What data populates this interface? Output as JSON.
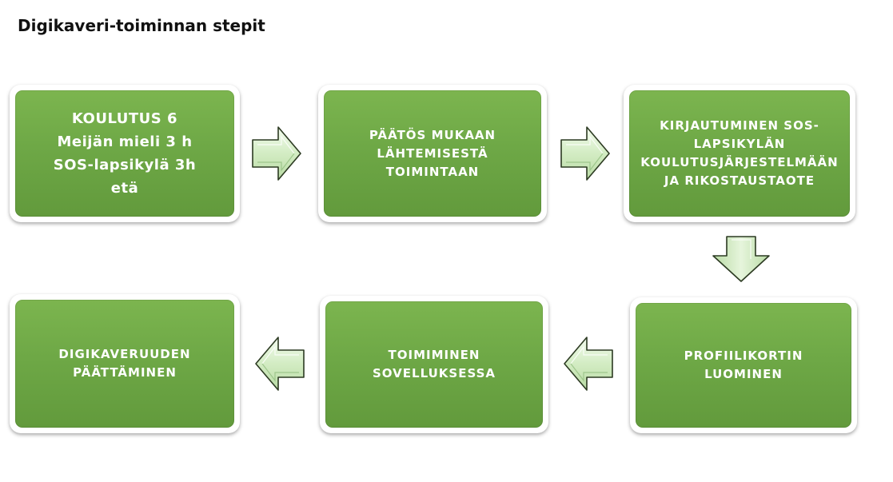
{
  "title": "Digikaveri-toiminnan stepit",
  "steps": [
    {
      "id": "koulutus",
      "lines": "KOULUTUS 6\nMeijän mieli 3 h\nSOS-lapsikylä 3h\netä"
    },
    {
      "id": "paatos",
      "lines": "PÄÄTÖS MUKAAN\nLÄHTEMISESTÄ\nTOIMINTAAN"
    },
    {
      "id": "kirjautuminen",
      "lines": "KIRJAUTUMINEN SOS-\nLAPSIKYLÄN\nKOULUTUSJÄRJESTELMÄÄN\nJA RIKOSTAUSTAOTE"
    },
    {
      "id": "profiilikortti",
      "lines": "PROFIILIKORTIN\nLUOMINEN"
    },
    {
      "id": "toimiminen",
      "lines": "TOIMIMINEN\nSOVELLUKSESSA"
    },
    {
      "id": "paattaminen",
      "lines": "DIGIKAVERUUDEN\nPÄÄTTÄMINEN"
    }
  ],
  "colors": {
    "box_fill": "#6ea846",
    "arrow_fill": "#d8efca",
    "arrow_stroke": "#2c3a22"
  }
}
